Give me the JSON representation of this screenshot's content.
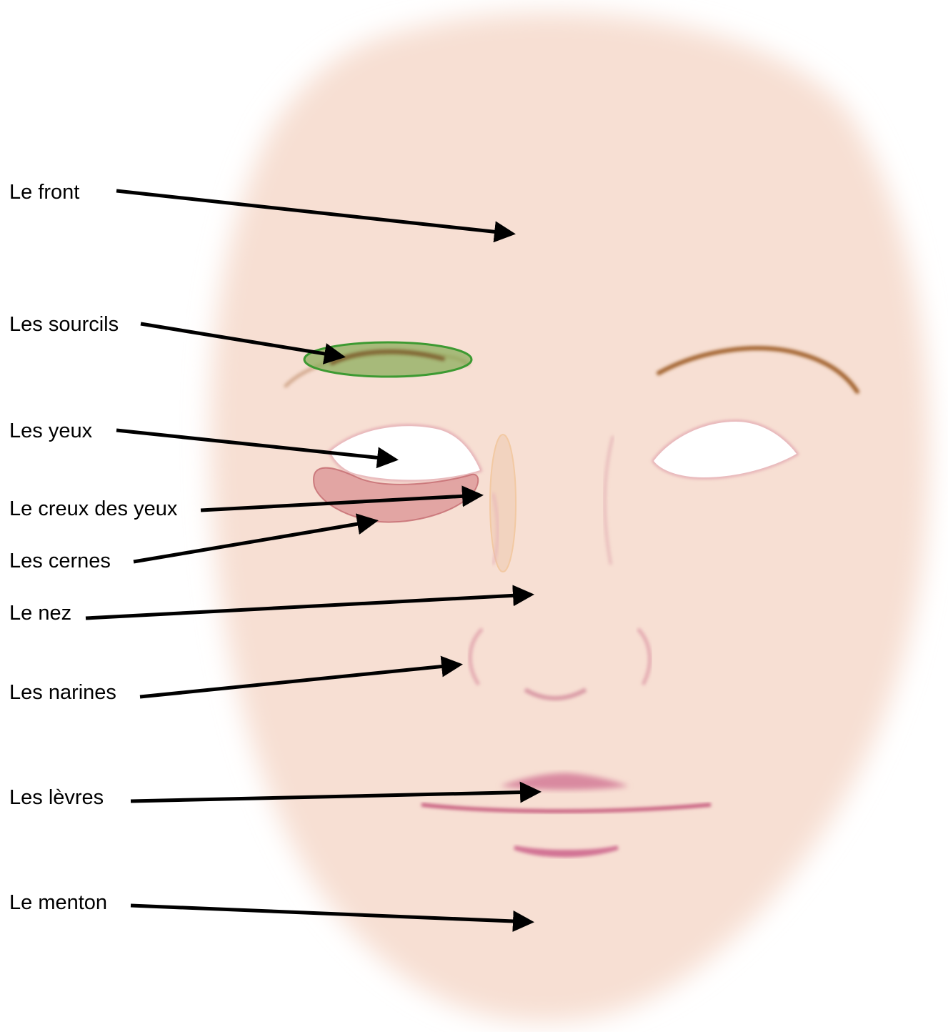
{
  "labels": {
    "front": "Le front",
    "sourcils": "Les sourcils",
    "yeux": "Les yeux",
    "creux": "Le creux des yeux",
    "cernes": "Les cernes",
    "nez": "Le nez",
    "narines": "Les narines",
    "levres": "Les lèvres",
    "menton": "Le menton"
  },
  "colors": {
    "skin": "#f7dfd3",
    "eyebrow": "#a0602c",
    "eyebrow_highlight": "#7fa64a",
    "eyebrow_highlight_border": "#3d9a32",
    "dark_circle": "#d98b8e",
    "eye_hollow": "#f0cdb6",
    "lips": "#c5577a",
    "arrow": "#000000"
  }
}
